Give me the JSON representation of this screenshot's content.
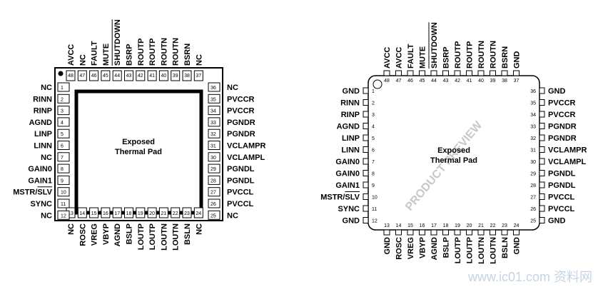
{
  "left_package": {
    "top_pins": [
      [
        "48",
        "AVCC"
      ],
      [
        "47",
        "NC"
      ],
      [
        "46",
        "FAULT"
      ],
      [
        "45",
        "MUTE"
      ],
      [
        "44",
        "SHUTDOWN"
      ],
      [
        "43",
        "BSRP"
      ],
      [
        "42",
        "ROUTP"
      ],
      [
        "41",
        "ROUTP"
      ],
      [
        "40",
        "ROUTN"
      ],
      [
        "39",
        "ROUTN"
      ],
      [
        "38",
        "BSRN"
      ],
      [
        "37",
        "NC"
      ]
    ],
    "left_pins": [
      [
        "1",
        "NC"
      ],
      [
        "2",
        "RINN"
      ],
      [
        "3",
        "RINP"
      ],
      [
        "4",
        "AGND"
      ],
      [
        "5",
        "LINP"
      ],
      [
        "6",
        "LINN"
      ],
      [
        "7",
        "NC"
      ],
      [
        "8",
        "GAIN0"
      ],
      [
        "9",
        "GAIN1"
      ],
      [
        "10",
        "MSTR/SLV"
      ],
      [
        "11",
        "SYNC"
      ],
      [
        "12",
        "NC"
      ]
    ],
    "right_pins": [
      [
        "36",
        "NC"
      ],
      [
        "35",
        "PVCCR"
      ],
      [
        "34",
        "PVCCR"
      ],
      [
        "33",
        "PGNDR"
      ],
      [
        "32",
        "PGNDR"
      ],
      [
        "31",
        "VCLAMPR"
      ],
      [
        "30",
        "VCLAMPL"
      ],
      [
        "29",
        "PGNDL"
      ],
      [
        "28",
        "PGNDL"
      ],
      [
        "27",
        "PVCCL"
      ],
      [
        "26",
        "PVCCL"
      ],
      [
        "25",
        "NC"
      ]
    ],
    "bottom_pins": [
      [
        "13",
        "NC"
      ],
      [
        "14",
        "ROSC"
      ],
      [
        "15",
        "VREG"
      ],
      [
        "16",
        "VBYP"
      ],
      [
        "17",
        "AGND"
      ],
      [
        "18",
        "BSLP"
      ],
      [
        "19",
        "LOUTP"
      ],
      [
        "20",
        "LOUTP"
      ],
      [
        "21",
        "LOUTN"
      ],
      [
        "22",
        "LOUTN"
      ],
      [
        "23",
        "BSLN"
      ],
      [
        "24",
        "NC"
      ]
    ],
    "pad_label": [
      "Exposed",
      "Thermal Pad"
    ]
  },
  "right_package": {
    "top_pins": [
      [
        "48",
        "AVCC"
      ],
      [
        "47",
        "AVCC"
      ],
      [
        "46",
        "FAULT"
      ],
      [
        "45",
        "MUTE"
      ],
      [
        "44",
        "SHUTDOWN"
      ],
      [
        "43",
        "BSRP"
      ],
      [
        "42",
        "ROUTP"
      ],
      [
        "41",
        "ROUTP"
      ],
      [
        "40",
        "ROUTN"
      ],
      [
        "39",
        "ROUTN"
      ],
      [
        "38",
        "BSRN"
      ],
      [
        "37",
        "GND"
      ]
    ],
    "left_pins": [
      [
        "1",
        "GND"
      ],
      [
        "2",
        "RINN"
      ],
      [
        "3",
        "RINP"
      ],
      [
        "4",
        "AGND"
      ],
      [
        "5",
        "LINP"
      ],
      [
        "6",
        "LINN"
      ],
      [
        "7",
        "GAIN0"
      ],
      [
        "8",
        "GAIN0"
      ],
      [
        "9",
        "GAIN1"
      ],
      [
        "10",
        "MSTR/SLV"
      ],
      [
        "11",
        "SYNC"
      ],
      [
        "12",
        "GND"
      ]
    ],
    "right_pins": [
      [
        "36",
        "GND"
      ],
      [
        "35",
        "PVCCR"
      ],
      [
        "34",
        "PVCCR"
      ],
      [
        "33",
        "PGNDR"
      ],
      [
        "32",
        "PGNDR"
      ],
      [
        "31",
        "VCLAMPR"
      ],
      [
        "30",
        "VCLAMPL"
      ],
      [
        "29",
        "PGNDL"
      ],
      [
        "28",
        "PGNDL"
      ],
      [
        "27",
        "PVCCL"
      ],
      [
        "26",
        "PVCCL"
      ],
      [
        "25",
        "GND"
      ]
    ],
    "bottom_pins": [
      [
        "13",
        "GND"
      ],
      [
        "14",
        "ROSC"
      ],
      [
        "15",
        "VREG"
      ],
      [
        "16",
        "VBYP"
      ],
      [
        "17",
        "AGND"
      ],
      [
        "18",
        "BSLP"
      ],
      [
        "19",
        "LOUTP"
      ],
      [
        "20",
        "LOUTP"
      ],
      [
        "21",
        "LOUTN"
      ],
      [
        "22",
        "LOUTN"
      ],
      [
        "23",
        "BSLN"
      ],
      [
        "24",
        "GND"
      ]
    ],
    "pad_label": [
      "Exposed",
      "Thermal Pad"
    ],
    "watermark": "PRODUCT PREVIEW"
  },
  "site_watermark": "www.ic01.com 资料网"
}
